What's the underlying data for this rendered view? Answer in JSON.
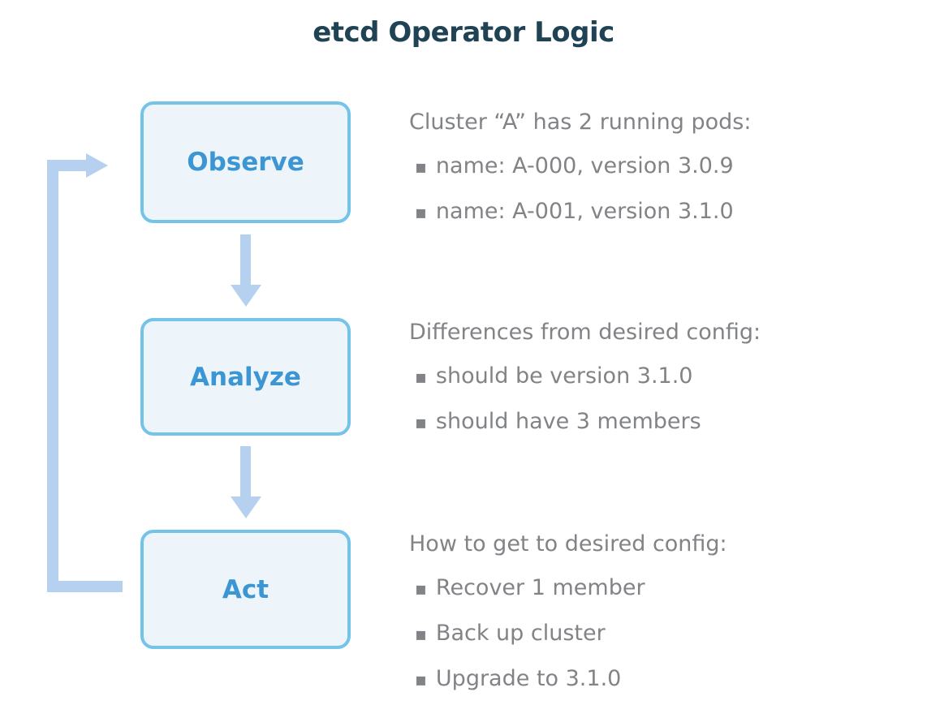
{
  "title": "etcd Operator Logic",
  "bullet_char": "▪",
  "colors": {
    "title_text": "#1f4254",
    "box_border": "#74c3e9",
    "box_fill": "#edf5fb",
    "box_label": "#3b96d3",
    "arrow": "#b6d0ef",
    "body_text": "#818386"
  },
  "steps": [
    {
      "label": "Observe",
      "heading": "Cluster “A” has 2 running pods:",
      "bullets": [
        "name: A-000, version 3.0.9",
        "name: A-001, version 3.1.0"
      ]
    },
    {
      "label": "Analyze",
      "heading": "Differences from desired config:",
      "bullets": [
        "should be version 3.1.0",
        "should have 3 members"
      ]
    },
    {
      "label": "Act",
      "heading": "How to get to desired config:",
      "bullets": [
        "Recover 1 member",
        "Back up cluster",
        "Upgrade to 3.1.0"
      ]
    }
  ]
}
